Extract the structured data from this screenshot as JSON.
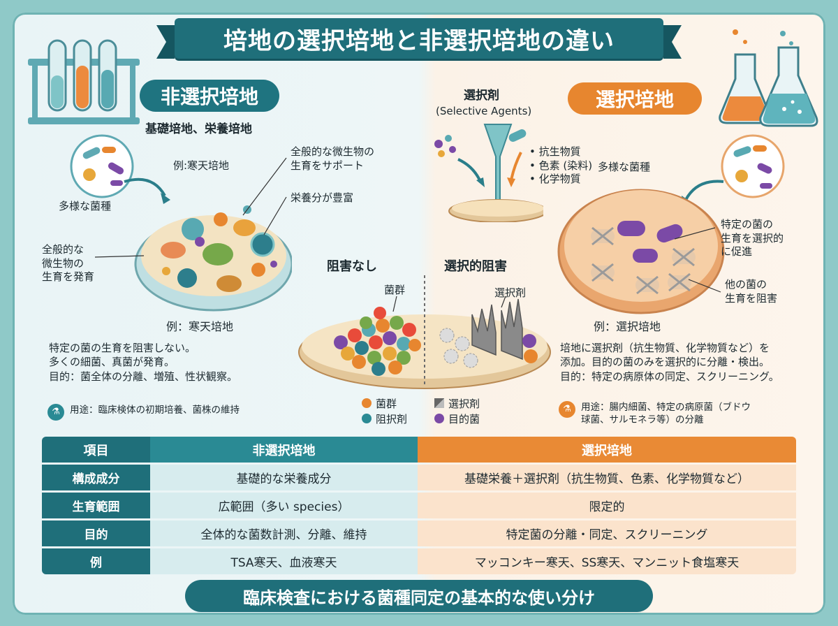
{
  "title": "培地の選択培地と非選択培地の違い",
  "left": {
    "heading": "非選択培地",
    "subtitle": "基礎培地、栄養培地",
    "example_top": "例:寒天培地",
    "diverse_label": "多様な菌種",
    "support_label_l1": "全般的な微生物の",
    "support_label_l2": "生育をサポート",
    "nutrient_label": "栄養分が豊富",
    "growth_label_l1": "全般的な",
    "growth_label_l2": "微生物の",
    "growth_label_l3": "生育を発育",
    "example_bottom": "例：寒天培地",
    "desc": [
      "特定の菌の生育を阻害しない。",
      "多くの細菌、真菌が発育。",
      "目的：菌全体の分離、増殖、性状観察。"
    ],
    "use": "用途：臨床検体の初期培養、菌株の維持"
  },
  "center": {
    "agent_title": "選択剤",
    "agent_title_en": "(Selective Agents)",
    "agents": [
      "• 抗生物質",
      "• 色素 (染料)",
      "• 化学物質"
    ],
    "no_inhibition": "阻害なし",
    "selective_inhibition": "選択的阻害",
    "colony_label": "菌群",
    "agent_label": "選択剤"
  },
  "legend": {
    "colony": "菌群",
    "inhibited": "阻択剤",
    "agent": "選択剤",
    "target": "目的菌"
  },
  "right": {
    "heading": "選択培地",
    "diverse_label": "多様な菌種",
    "promote_l1": "特定の菌の",
    "promote_l2": "生育を選択的",
    "promote_l3": "に促進",
    "inhibit_l1": "他の菌の",
    "inhibit_l2": "生育を阻害",
    "example_bottom": "例：選択培地",
    "desc": [
      "培地に選択剤（抗生物質、化学物質など）を",
      "添加。目的の菌のみを選択的に分離・検出。",
      "目的：特定の病原体の同定、スクリーニング。"
    ],
    "use_l1": "用途：腸内細菌、特定の病原菌（ブドウ",
    "use_l2": "球菌、サルモネラ等）の分離"
  },
  "table": {
    "headers": [
      "項目",
      "非選択培地",
      "選択培地"
    ],
    "rows": [
      [
        "構成成分",
        "基礎的な栄養成分",
        "基礎栄養＋選択剤（抗生物質、色素、化学物質など）"
      ],
      [
        "生育範囲",
        "広範囲（多い species）",
        "限定的"
      ],
      [
        "目的",
        "全体的な菌数計測、分離、維持",
        "特定菌の分離・同定、スクリーニング"
      ],
      [
        "例",
        "TSA寒天、血液寒天",
        "マッコンキー寒天、SS寒天、マンニット食塩寒天"
      ]
    ]
  },
  "footer": "臨床検査における菌種同定の基本的な使い分け",
  "colors": {
    "teal": "#1f6f7a",
    "orange": "#e7862f",
    "purple": "#7b4aa6"
  }
}
